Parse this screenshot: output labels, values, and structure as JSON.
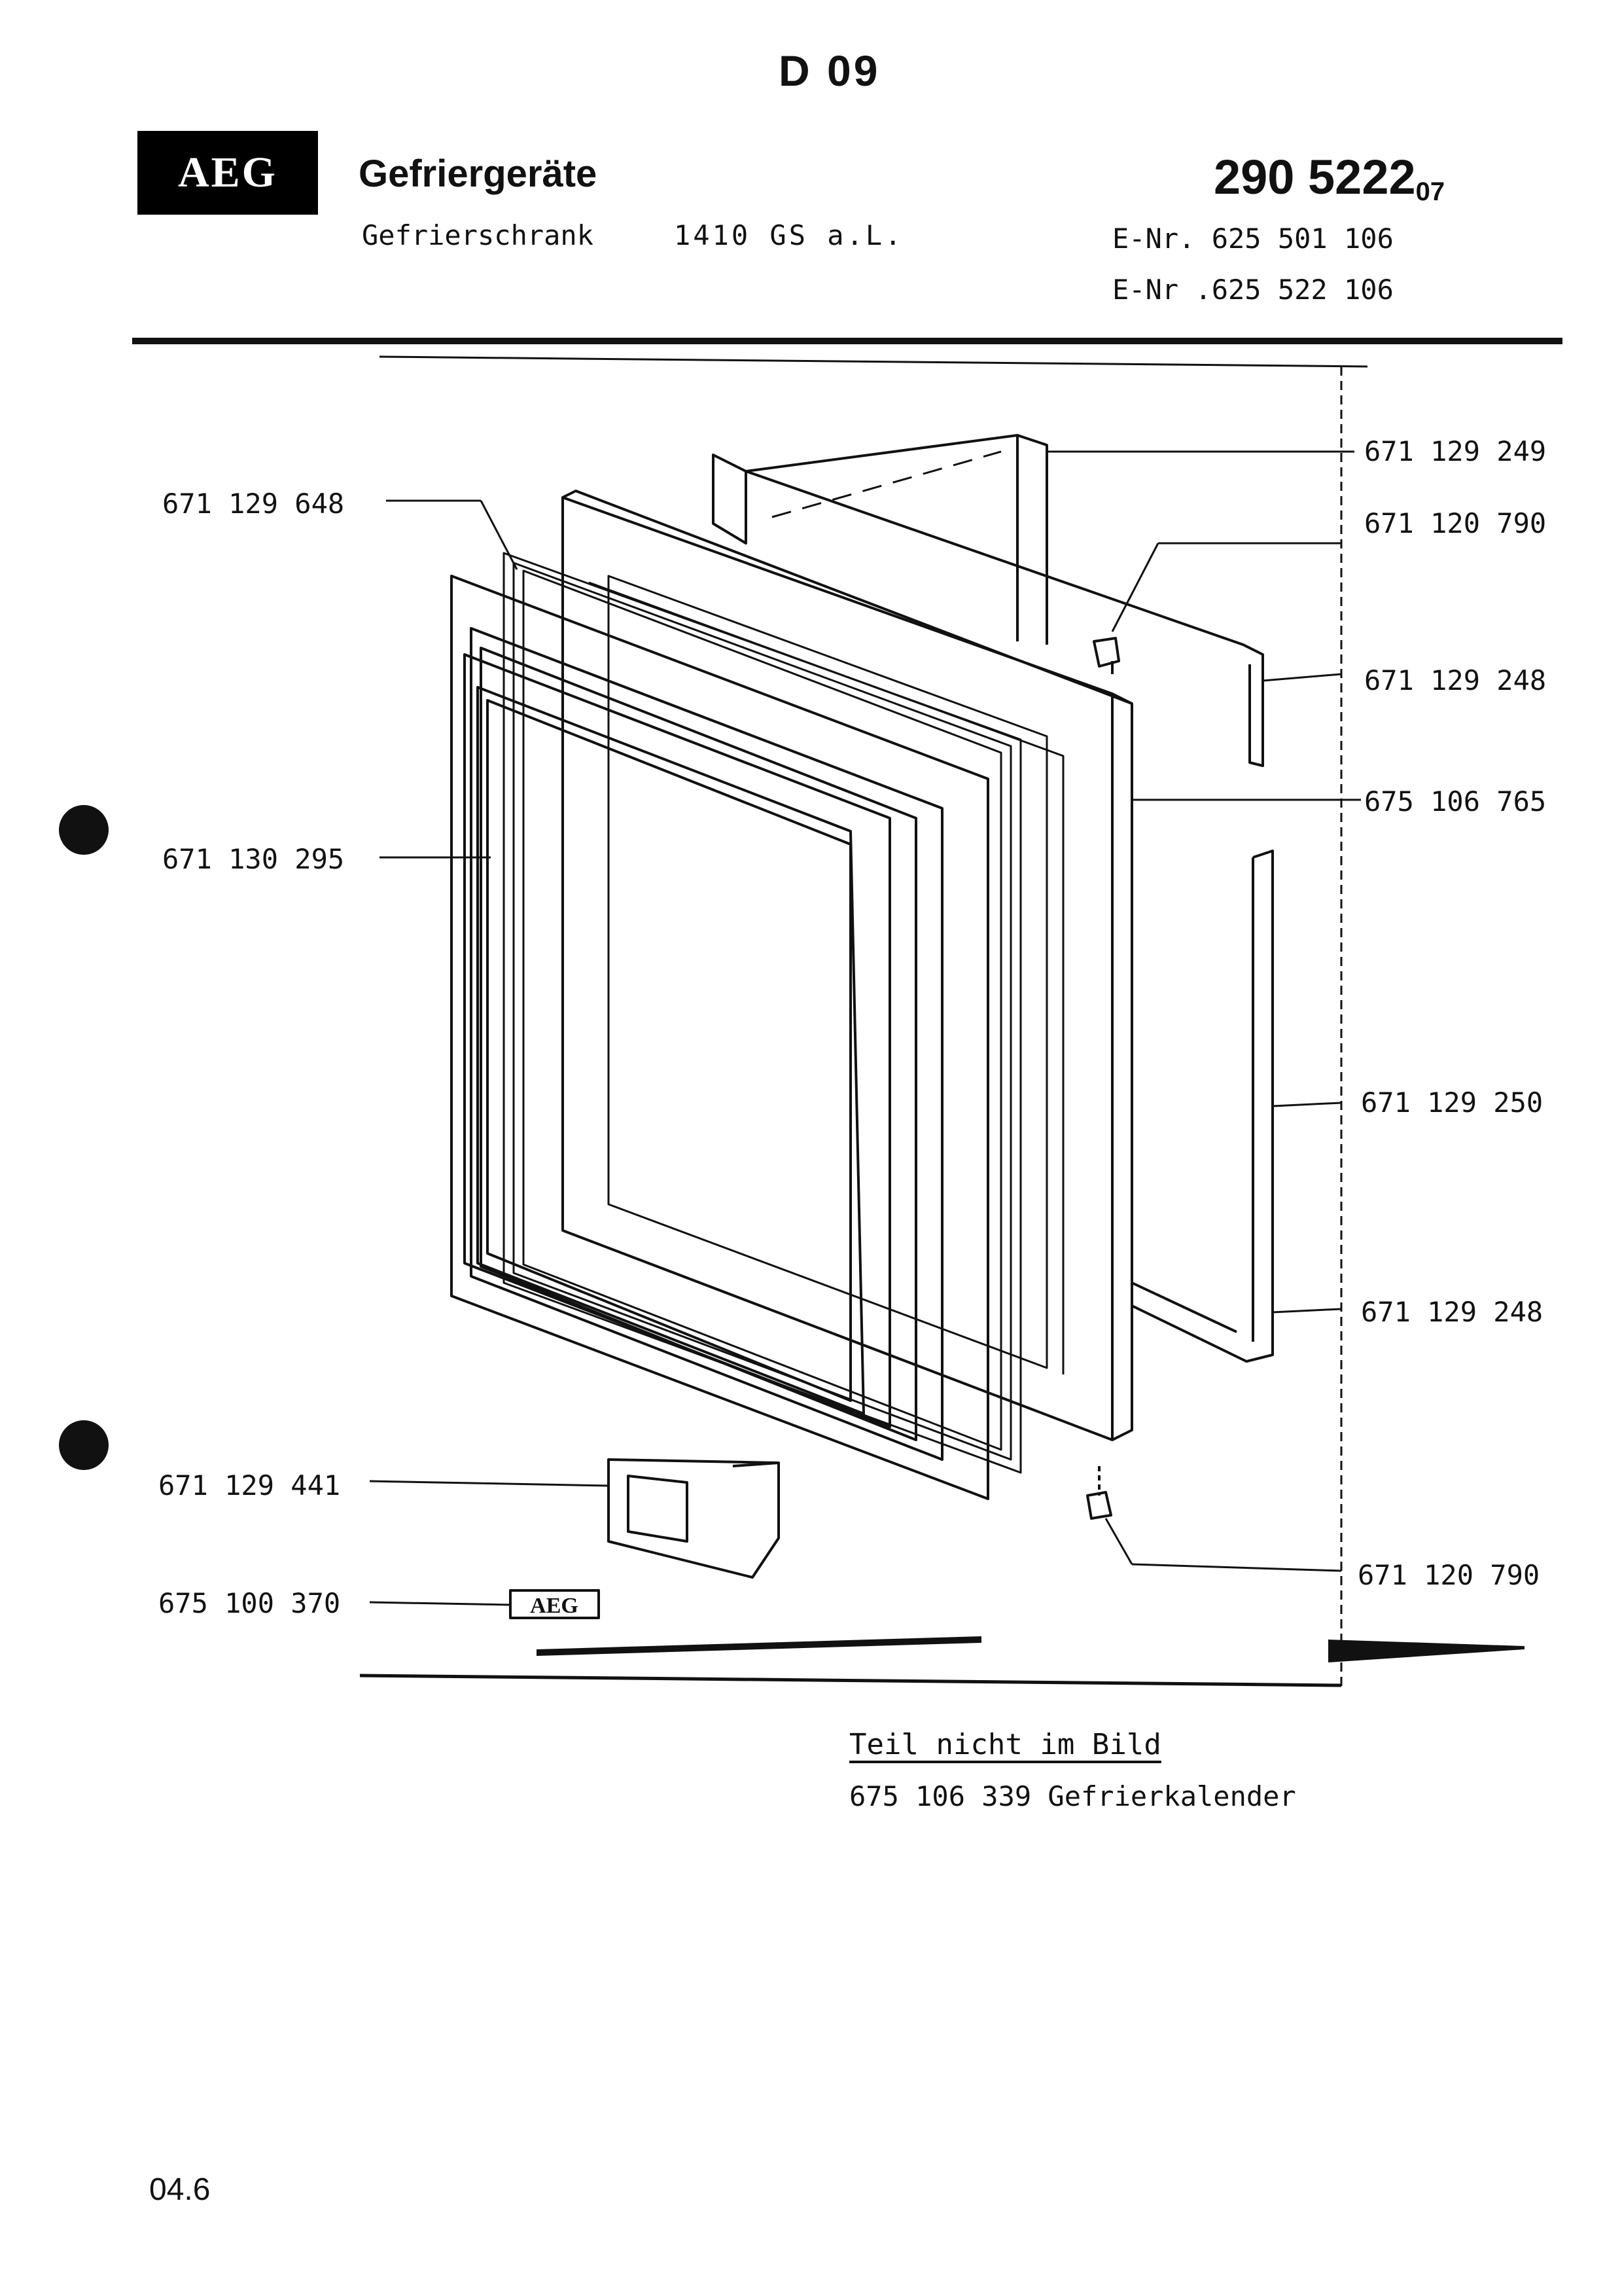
{
  "header": {
    "sheet_code": "D 09",
    "brand_logo": "AEG",
    "category": "Gefriergeräte",
    "subtitle": "Gefrierschrank",
    "model": "1410 GS a.L.",
    "part_number": "290 5222",
    "part_number_suffix": "07",
    "enr_lines": [
      "E-Nr. 625 501 106",
      "E-Nr .625 522 106"
    ]
  },
  "diagram": {
    "labels": [
      {
        "id": "lbl-129249",
        "text": "671 129 249",
        "side": "right"
      },
      {
        "id": "lbl-129648",
        "text": "671 129 648",
        "side": "left"
      },
      {
        "id": "lbl-120790-top",
        "text": "671 120 790",
        "side": "right"
      },
      {
        "id": "lbl-129248-top",
        "text": "671 129 248",
        "side": "right"
      },
      {
        "id": "lbl-106765",
        "text": "675 106 765",
        "side": "right"
      },
      {
        "id": "lbl-130295",
        "text": "671 130 295",
        "side": "left"
      },
      {
        "id": "lbl-129250",
        "text": "671 129 250",
        "side": "right"
      },
      {
        "id": "lbl-129248-bot",
        "text": "671 129 248",
        "side": "right"
      },
      {
        "id": "lbl-129441",
        "text": "671 129 441",
        "side": "left"
      },
      {
        "id": "lbl-120790-bot",
        "text": "671 120 790",
        "side": "right"
      },
      {
        "id": "lbl-100370",
        "text": "675 100 370",
        "side": "left"
      }
    ],
    "badge_text": "AEG"
  },
  "note": {
    "title": "Teil nicht im Bild",
    "items": [
      "675 106 339 Gefrierkalender"
    ]
  },
  "footer": {
    "page": "04.6"
  }
}
